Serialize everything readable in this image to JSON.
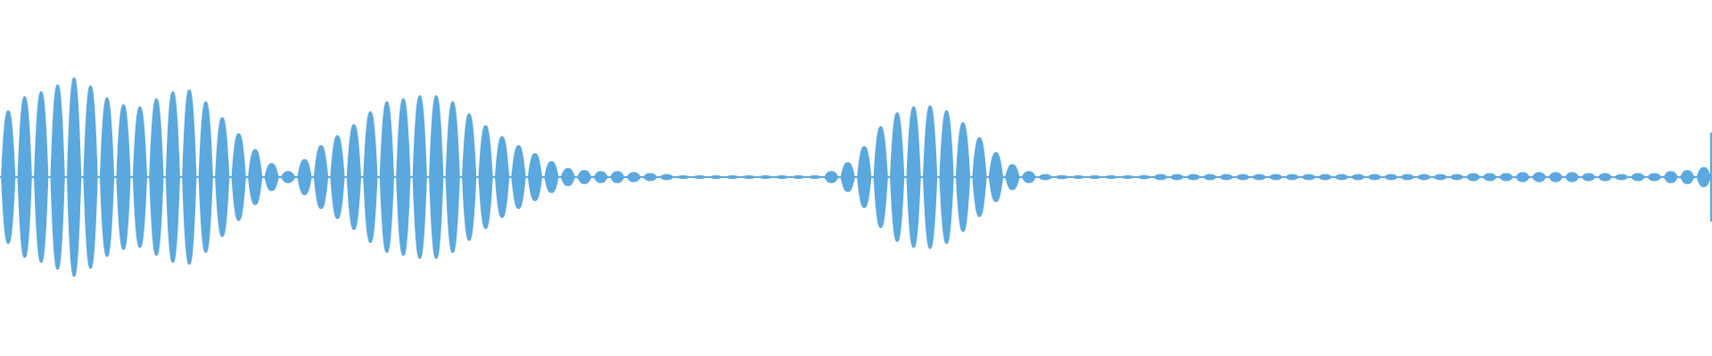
{
  "chart_data": {
    "type": "area",
    "title": "",
    "xlabel": "",
    "ylabel": "",
    "grid": false,
    "legend": "none",
    "series": [
      {
        "values": [
          0.67,
          0.81,
          0.86,
          0.93,
          1.0,
          0.92,
          0.8,
          0.73,
          0.71,
          0.79,
          0.86,
          0.88,
          0.76,
          0.6,
          0.44,
          0.28,
          0.14,
          0.06,
          0.18,
          0.32,
          0.42,
          0.53,
          0.66,
          0.76,
          0.79,
          0.82,
          0.82,
          0.76,
          0.64,
          0.52,
          0.41,
          0.32,
          0.24,
          0.16,
          0.09,
          0.07,
          0.06,
          0.06,
          0.05,
          0.04,
          0.03,
          0.01,
          0.01,
          0.01,
          0.01,
          0.01,
          0.01,
          0.01,
          0.01,
          0.01,
          0.06,
          0.15,
          0.31,
          0.51,
          0.65,
          0.71,
          0.72,
          0.67,
          0.55,
          0.4,
          0.25,
          0.13,
          0.06,
          0.03,
          0.02,
          0.01,
          0.01,
          0.01,
          0.01,
          0.02,
          0.03,
          0.03,
          0.03,
          0.03,
          0.03,
          0.03,
          0.03,
          0.03,
          0.03,
          0.03,
          0.03,
          0.03,
          0.03,
          0.03,
          0.03,
          0.03,
          0.03,
          0.03,
          0.03,
          0.04,
          0.04,
          0.04,
          0.05,
          0.05,
          0.05,
          0.05,
          0.04,
          0.04,
          0.03,
          0.04,
          0.04,
          0.06,
          0.07,
          0.1
        ]
      }
    ],
    "color": "#5ba8de"
  }
}
